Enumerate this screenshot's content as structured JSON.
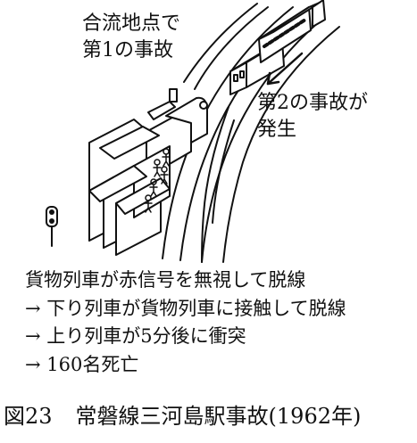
{
  "labels": {
    "first_accident": [
      "合流地点で",
      "第1の事故"
    ],
    "second_accident": [
      "第2の事故が",
      "発生"
    ]
  },
  "caption": {
    "lines": [
      "貨物列車が赤信号を無視して脱線",
      "→ 下り列車が貨物列車に接触して脱線",
      "→ 上り列車が5分後に衝突",
      "→ 160名死亡"
    ]
  },
  "figure": {
    "number": "図23",
    "title": "常磐線三河島駅事故(1962年)"
  },
  "colors": {
    "ink": "#111111",
    "background": "#ffffff"
  }
}
